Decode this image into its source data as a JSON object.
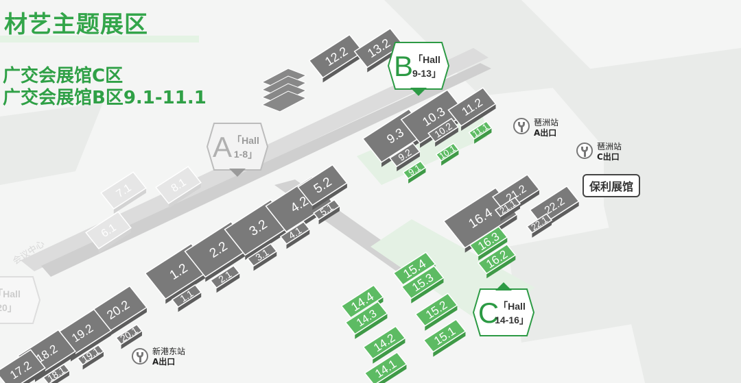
{
  "title": "材艺主题展区",
  "subtitles": [
    "广交会展馆C区",
    "广交会展馆B区9.1-11.1"
  ],
  "colors": {
    "accent": "#33a54a",
    "green_block": "#5dbb63",
    "gray_block": "#7a7a7a",
    "light_block": "#e6e6e6"
  },
  "zones": [
    {
      "letter": "A",
      "hall": "Hall",
      "range": "1-8",
      "style": "gray"
    },
    {
      "letter": "B",
      "hall": "Hall",
      "range": "9-13",
      "style": "green"
    },
    {
      "letter": "C",
      "hall": "Hall",
      "range": "14-16",
      "style": "green"
    },
    {
      "letter": "",
      "hall": "Hall",
      "range": "20",
      "style": "faint"
    }
  ],
  "stations": [
    {
      "name": "琶洲站",
      "exit": "A出口",
      "icon": "metro-icon"
    },
    {
      "name": "琶洲站",
      "exit": "C出口",
      "icon": "metro-icon"
    },
    {
      "name": "新港东站",
      "exit": "A出口",
      "icon": "metro-icon"
    }
  ],
  "venue_label": "保利展馆",
  "faint_label": "会议中心",
  "halls": {
    "gray": [
      "12.2",
      "13.2",
      "9.3",
      "9.2",
      "10.3",
      "10.2",
      "11.2",
      "16.4",
      "21.2",
      "21.1",
      "22.2",
      "22.1",
      "1.2",
      "1.1",
      "2.2",
      "2.1",
      "3.2",
      "3.1",
      "4.2",
      "4.1",
      "5.2",
      "5.1",
      "20.2",
      "20.1",
      "19.2",
      "19.1",
      "18.2",
      "18.1",
      "17.2"
    ],
    "green": [
      "9.1",
      "10.1",
      "11.1",
      "16.3",
      "16.2",
      "15.4",
      "15.3",
      "15.2",
      "15.1",
      "14.4",
      "14.3",
      "14.2",
      "14.1"
    ],
    "light": [
      "7.1",
      "8.1",
      "6.1"
    ]
  }
}
